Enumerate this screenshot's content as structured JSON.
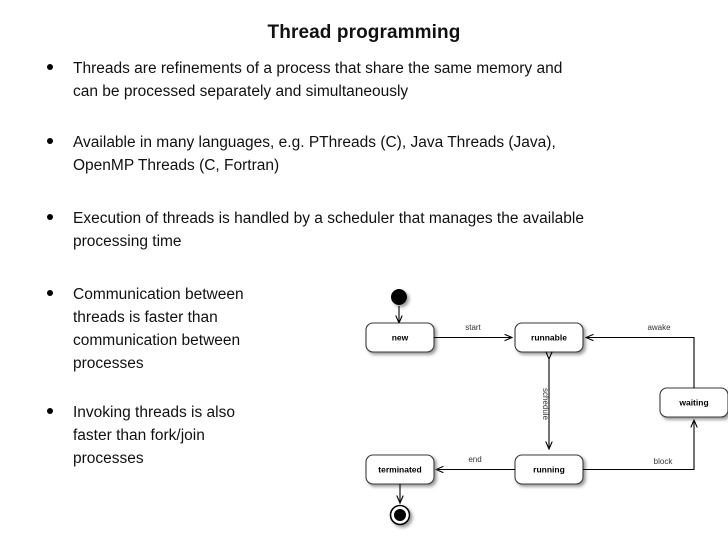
{
  "slide": {
    "title": "Thread programming",
    "bullets": [
      {
        "id": "threads-definition",
        "text": "Threads are refinements of a process that share the same memory and\ncan be processed separately and simultaneously",
        "narrow": false
      },
      {
        "id": "available-languages",
        "text": "Available in many languages, e.g. PThreads (C), Java Threads (Java),\nOpenMP Threads (C, Fortran)",
        "narrow": false
      },
      {
        "id": "scheduler",
        "text": "Execution of threads is handled by a scheduler that manages the available\nprocessing time",
        "narrow": false
      },
      {
        "id": "communication",
        "text": "Communication between\nthreads is faster than\ncommunication between\nprocesses",
        "narrow": true
      },
      {
        "id": "invoking",
        "text": "Invoking threads is also\nfaster than fork/join\nprocesses",
        "narrow": true
      }
    ]
  },
  "diagram": {
    "type": "uml-state-machine",
    "states": [
      {
        "id": "new",
        "label": "new"
      },
      {
        "id": "runnable",
        "label": "runnable"
      },
      {
        "id": "waiting",
        "label": "waiting"
      },
      {
        "id": "running",
        "label": "running"
      },
      {
        "id": "terminated",
        "label": "terminated"
      }
    ],
    "pseudo_states": [
      {
        "id": "initial",
        "kind": "initial"
      },
      {
        "id": "final",
        "kind": "final"
      }
    ],
    "transitions": [
      {
        "id": "t-initial-new",
        "from": "initial",
        "to": "new",
        "label": ""
      },
      {
        "id": "t-new-runnable",
        "from": "new",
        "to": "runnable",
        "label": "start"
      },
      {
        "id": "t-schedule",
        "from": "runnable",
        "to": "running",
        "label": "schedule",
        "bidirectional": true
      },
      {
        "id": "t-running-waiting",
        "from": "running",
        "to": "waiting",
        "label": "block"
      },
      {
        "id": "t-waiting-runnable",
        "from": "waiting",
        "to": "runnable",
        "label": "awake"
      },
      {
        "id": "t-running-terminated",
        "from": "running",
        "to": "terminated",
        "label": "end"
      },
      {
        "id": "t-terminated-final",
        "from": "terminated",
        "to": "final",
        "label": ""
      }
    ]
  },
  "colors": {
    "background": "#ffffff",
    "text": "#111111",
    "edge": "#000000",
    "box_stroke": "#3a3a3a",
    "box_fill": "#ffffff",
    "label": "#333333"
  }
}
